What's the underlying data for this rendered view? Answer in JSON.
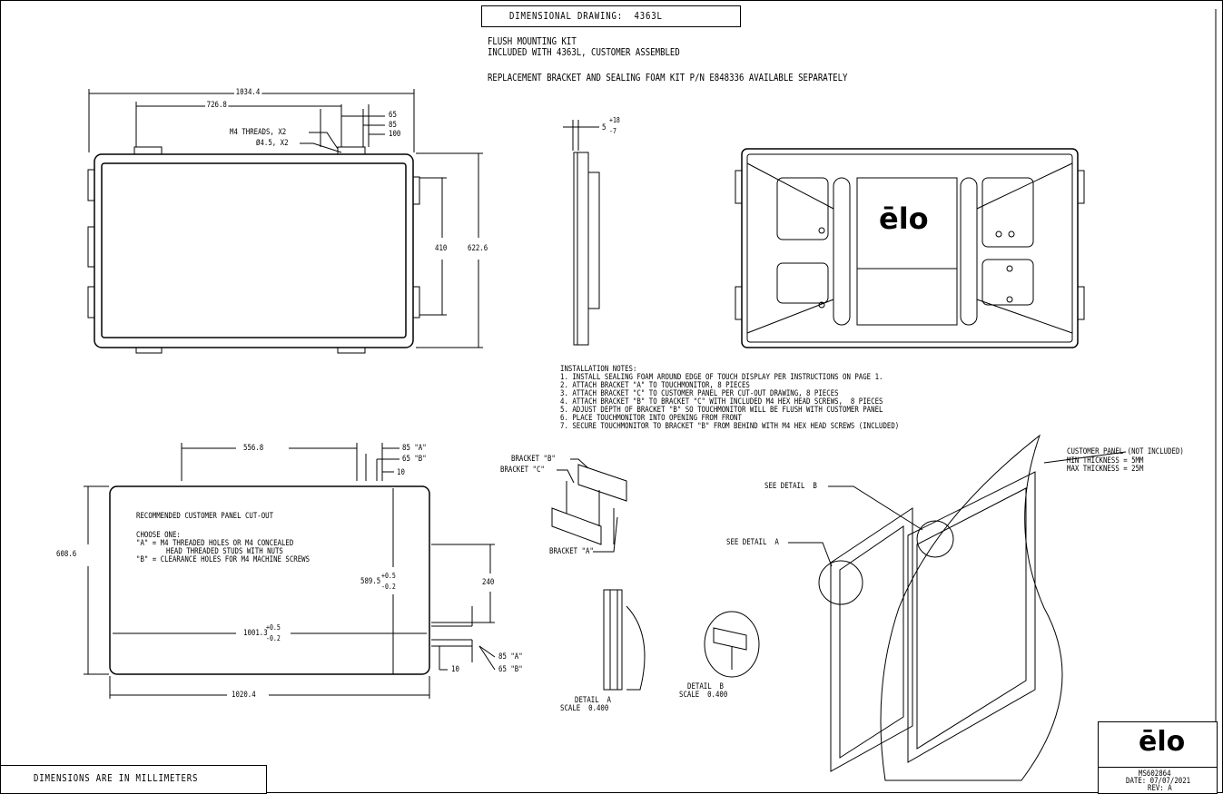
{
  "title": "DIMENSIONAL DRAWING:  4363L",
  "header_lines": [
    "FLUSH MOUNTING KIT",
    "INCLUDED WITH 4363L, CUSTOMER ASSEMBLED",
    "REPLACEMENT BRACKET AND SEALING FOAM KIT P/N E848336 AVAILABLE SEPARATELY"
  ],
  "front_view": {
    "width": "1034.4",
    "bracket_span": "726.8",
    "dims_right": [
      "65",
      "85",
      "100"
    ],
    "threads": [
      "M4 THREADS, X2",
      "Ø4.5, X2"
    ],
    "inner_height": "410",
    "height": "622.6"
  },
  "side_view": {
    "depth_base": "5",
    "depth_plus": "+18",
    "depth_minus": "-7"
  },
  "cutout": {
    "title": "RECOMMENDED CUSTOMER PANEL CUT-OUT",
    "choose": "CHOOSE ONE:",
    "option_a_1": "\"A\" = M4 THREADED HOLES OR M4 CONCEALED",
    "option_a_2": "HEAD THREADED STUDS WITH NUTS",
    "option_b": "\"B\" = CLEARANCE HOLES FOR M4 MACHINE SCREWS",
    "dim_556": "556.8",
    "dim_85a": "85 \"A\"",
    "dim_65b": "65 \"B\"",
    "dim_10": "10",
    "dim_608": "608.6",
    "dim_589": "589.5",
    "dim_589_tol_plus": "+0.5",
    "dim_589_tol_minus": "-0.2",
    "dim_240": "240",
    "dim_1001": "1001.3",
    "dim_1001_tol_plus": "+0.5",
    "dim_1001_tol_minus": "-0.2",
    "dim_85a_2": "85 \"A\"",
    "dim_65b_2": "65 \"B\"",
    "dim_10_2": "10",
    "dim_1020": "1020.4"
  },
  "installation_notes": [
    "INSTALLATION NOTES:",
    "1. INSTALL SEALING FOAM AROUND EDGE OF TOUCH DISPLAY PER INSTRUCTIONS ON PAGE 1.",
    "2. ATTACH BRACKET \"A\" TO TOUCHMONITOR, 8 PIECES",
    "3. ATTACH BRACKET \"C\" TO CUSTOMER PANEL PER CUT-OUT DRAWING, 8 PIECES",
    "4. ATTACH BRACKET \"B\" TO BRACKET \"C\" WITH INCLUDED M4 HEX HEAD SCREWS,  8 PIECES",
    "5. ADJUST DEPTH OF BRACKET \"B\" SO TOUCHMONITOR WILL BE FLUSH WITH CUSTOMER PANEL",
    "6. PLACE TOUCHMONITOR INTO OPENING FROM FRONT",
    "7. SECURE TOUCHMONITOR TO BRACKET \"B\" FROM BEHIND WITH M4 HEX HEAD SCREWS (INCLUDED)"
  ],
  "brackets": {
    "b": "BRACKET \"B\"",
    "c": "BRACKET \"C\"",
    "a": "BRACKET \"A\""
  },
  "details": {
    "a_label": "DETAIL  A",
    "a_scale": "SCALE  0.400",
    "b_label": "DETAIL  B",
    "b_scale": "SCALE  0.400",
    "see_a": "SEE DETAIL  A",
    "see_b": "SEE DETAIL  B"
  },
  "customer_panel": {
    "label": "CUSTOMER PANEL (NOT INCLUDED)",
    "min": "MIN THICKNESS = 5MM",
    "max": "MAX THICKNESS = 25M"
  },
  "footer": {
    "dimensions_note": "DIMENSIONS ARE IN MILLIMETERS",
    "logo": "ēlo",
    "part_number": "MS602864",
    "date": "DATE: 07/07/2021",
    "rev": "REV: A"
  },
  "monitor_logo": "ēlo"
}
